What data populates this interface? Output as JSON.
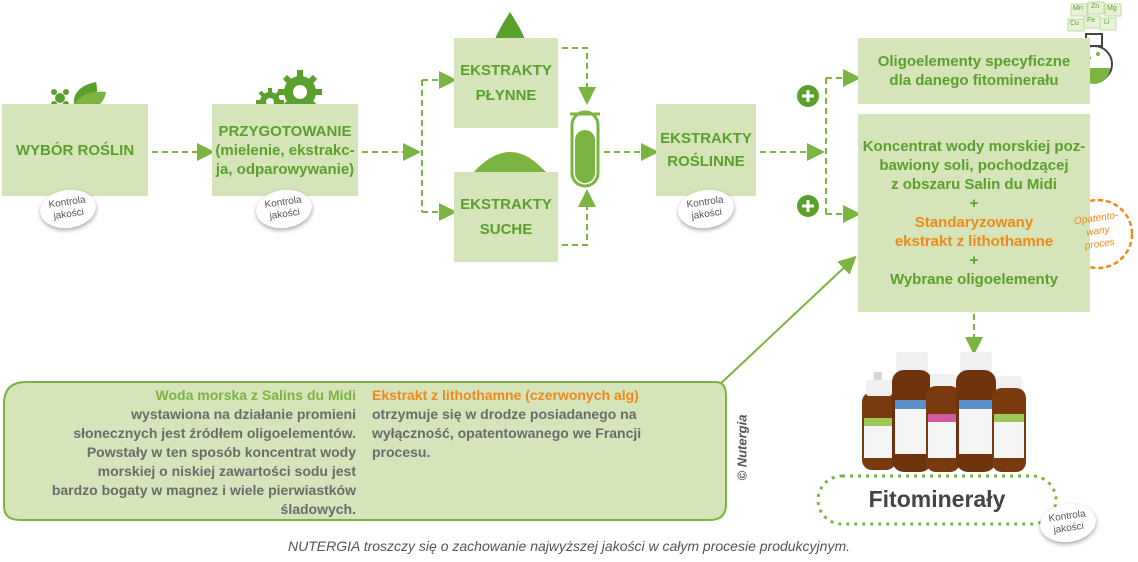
{
  "steps": {
    "selection": "WYBÓR ROŚLIN",
    "preparation": [
      "PRZYGOTOWANIE",
      "(mielenie, ekstrakc-",
      "ja, odparowywanie)"
    ],
    "liquid": [
      "EKSTRAKTY",
      "PŁYNNE"
    ],
    "dry": [
      "EKSTRAKTY",
      "SUCHE"
    ],
    "plant_extracts": [
      "EKSTRAKTY",
      "ROŚLINNE"
    ]
  },
  "quality_control": [
    "Kontrola",
    "jakości"
  ],
  "trace_elements_box": [
    "Oligoelementy specyficzne",
    "dla danego fitominerału"
  ],
  "element_symbols": [
    "Mn",
    "Zn",
    "Mg",
    "Cu",
    "Fe",
    "Li"
  ],
  "concentrate_box": {
    "line1": "Koncentrat wody morskiej poz-",
    "line2": "bawiony soli, pochodzącej",
    "line3": "z obszaru Salin du Midi",
    "plus1": "+",
    "line4": "Standaryzowany",
    "line5": "ekstrakt z lithothamne",
    "plus2": "+",
    "line6": "Wybrane oligoelementy"
  },
  "plus_sign": "+",
  "patent_stamp": [
    "Opatento-",
    "wany",
    "proces"
  ],
  "info": {
    "sea_title": "Woda morska z Salins du Midi",
    "sea_lines": [
      "wystawiona na działanie promieni",
      "słonecznych jest źródłem oligoelementów.",
      "Powstały w ten sposób koncentrat wody",
      "morskiej o niskiej zawartości sodu jest",
      "bardzo bogaty w magnez i wiele pierwiastków",
      "śladowych."
    ],
    "litho_title": "Ekstrakt z lithothamne (czerwonych alg)",
    "litho_lines": [
      "otrzymuje się w drodze posiadanego na",
      "wyłączność, opatentowanego we Francji",
      "procesu."
    ]
  },
  "copyright": "© Nutergia",
  "product_label": "Fitominerały",
  "caption": "NUTERGIA troszczy się o zachowanie najwyższej jakości w całym procesie produkcyjnym.",
  "colors": {
    "box_fill": "#d5e4b9",
    "accent_green": "#7bb441",
    "dark_green": "#5aa02d",
    "orange": "#ee8a1b",
    "text_gray": "#6b6b6b"
  },
  "icons": [
    "leaves-icon",
    "gears-icon",
    "droplet-icon",
    "powder-icon",
    "test-tube-icon",
    "flask-icon",
    "bottles-image"
  ]
}
